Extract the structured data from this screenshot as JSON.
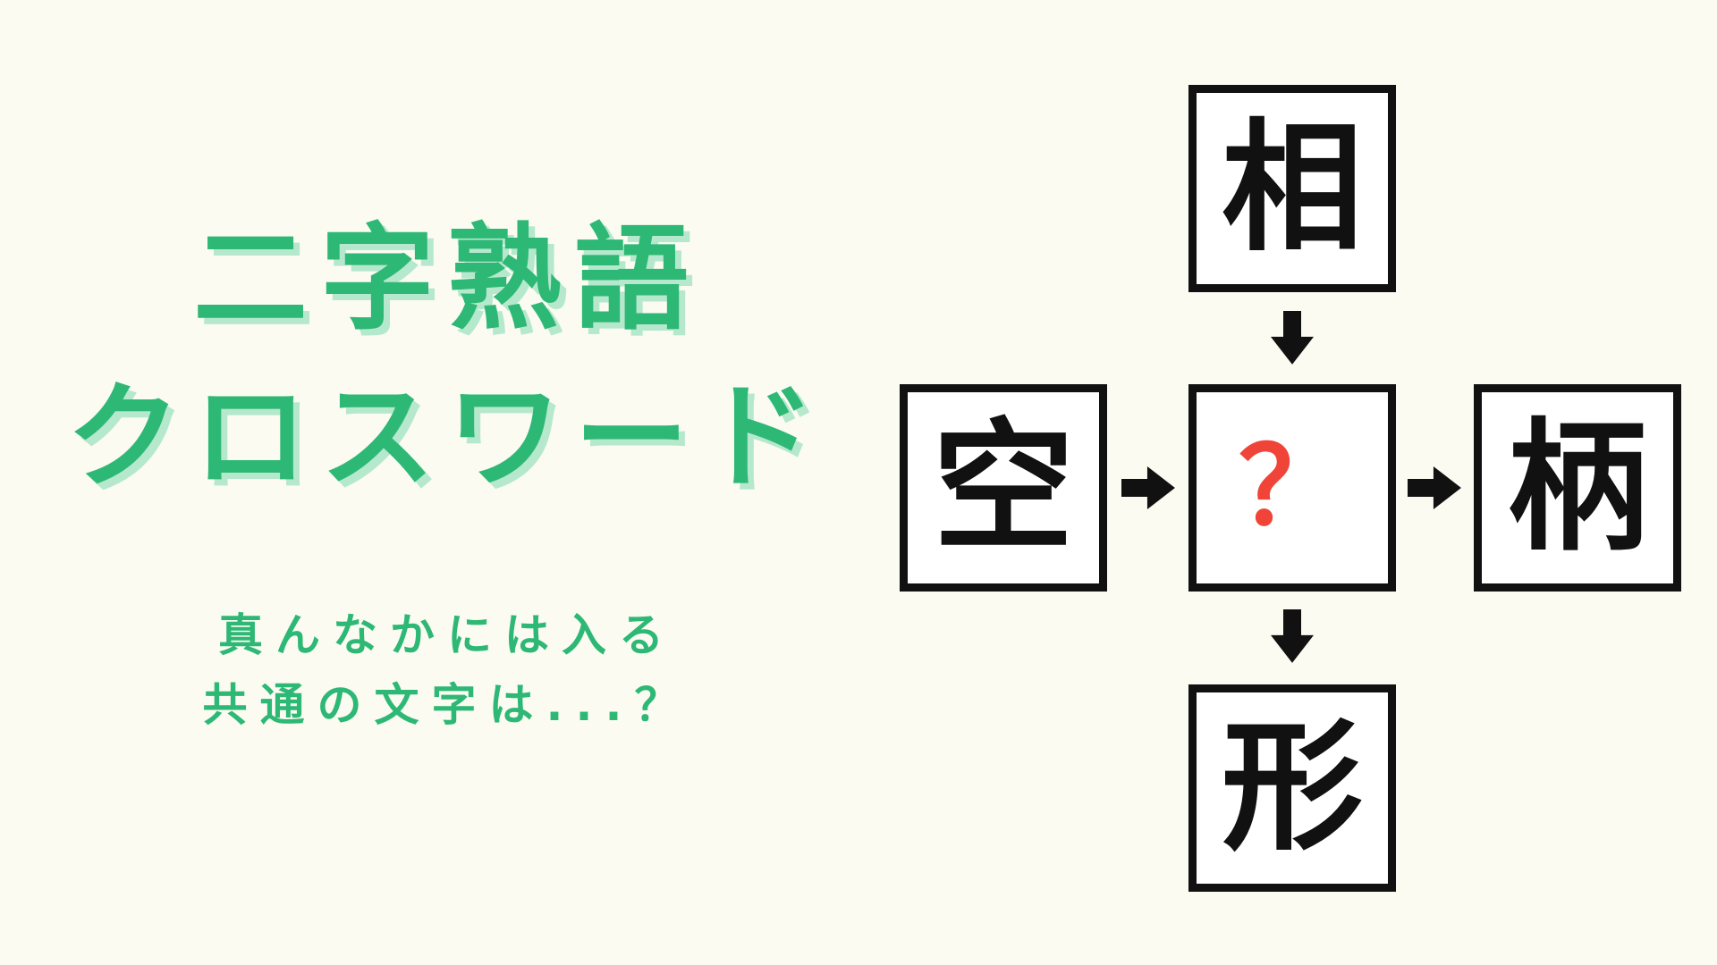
{
  "title": {
    "line1": "二字熟語",
    "line2": "クロスワード"
  },
  "subtitle": {
    "line1": "真んなかには入る",
    "line2": "共通の文字は...？"
  },
  "puzzle": {
    "top_char": "相",
    "left_char": "空",
    "center_char": "？",
    "right_char": "柄",
    "bottom_char": "形"
  },
  "colors": {
    "title_green": "#2eb875",
    "title_shadow_green": "#b5e8cd",
    "question_red": "#f04438",
    "box_border": "#111111",
    "background": "#fbfbf2"
  }
}
